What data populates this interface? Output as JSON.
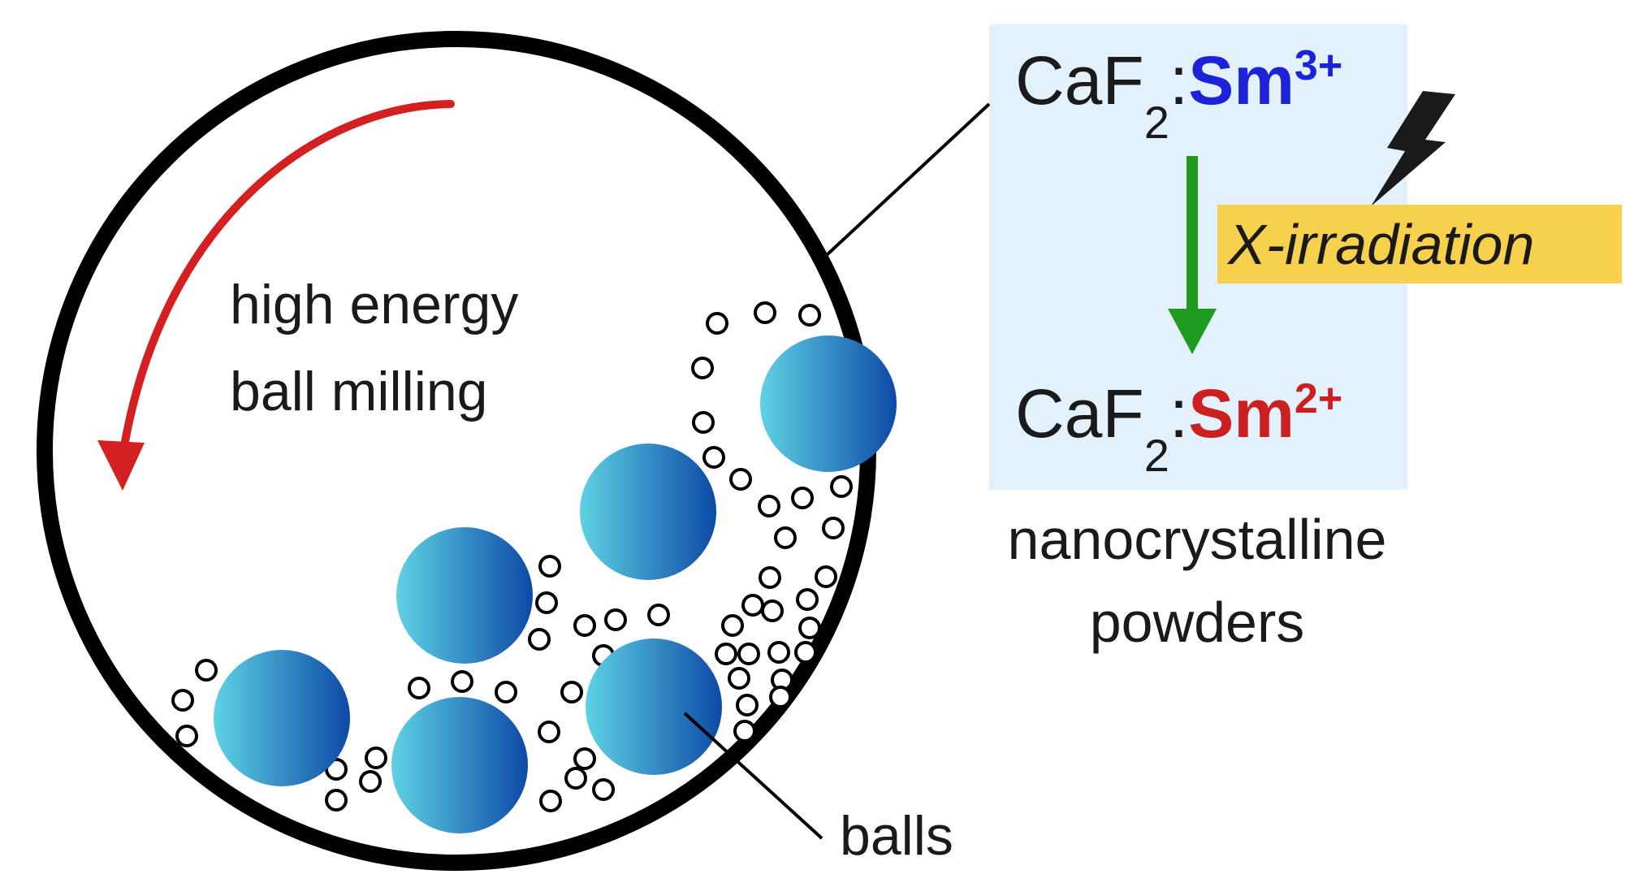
{
  "colors": {
    "drum_outline": "#000000",
    "rotation_arrow": "#d42020",
    "reaction_arrow": "#1f9a1f",
    "panel_bg": "#e3f1fc",
    "xray_highlight": "#f7d14e",
    "sm3_text": "#1c22d8",
    "sm2_text": "#cc1f1f",
    "ball_light": "#5fd2e4",
    "ball_dark": "#0d4aa6",
    "bolt": "#1a1a1a"
  },
  "icons": {
    "lightning": "lightning-bolt-icon"
  },
  "mill": {
    "label_line1": "high energy",
    "label_line2": "ball milling",
    "balls_label": "balls"
  },
  "reaction": {
    "before": {
      "host": "CaF",
      "sub": "2",
      "sep": ":",
      "ion": "Sm",
      "charge": "3+"
    },
    "after": {
      "host": "CaF",
      "sub": "2",
      "sep": ":",
      "ion": "Sm",
      "charge": "2+"
    },
    "process": "X-irradiation",
    "caption_line1": "nanocrystalline",
    "caption_line2": "powders"
  }
}
